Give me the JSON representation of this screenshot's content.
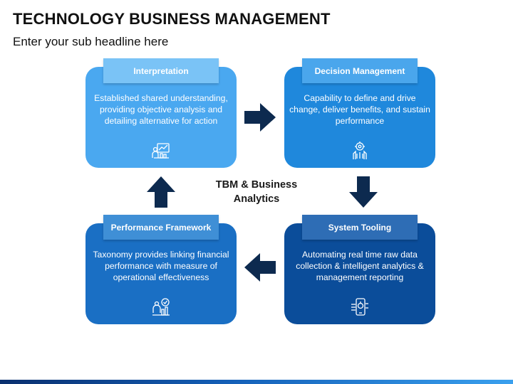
{
  "header": {
    "title": "TECHNOLOGY BUSINESS MANAGEMENT",
    "subtitle": "Enter your sub headline here"
  },
  "center_label": "TBM & Business Analytics",
  "cards": [
    {
      "title": "Interpretation",
      "text": "Established shared understanding, providing objective analysis and detailing alternative for action",
      "icon": "analysis-icon"
    },
    {
      "title": "Decision Management",
      "text": "Capability to define and drive change, deliver benefits, and sustain performance",
      "icon": "decision-icon"
    },
    {
      "title": "Performance Framework",
      "text": "Taxonomy provides linking financial performance with measure of operational effectiveness",
      "icon": "performance-icon"
    },
    {
      "title": "System Tooling",
      "text": "Automating real time raw data collection & intelligent analytics & management reporting",
      "icon": "mobile-tooling-icon"
    }
  ],
  "colors": {
    "arrow": "#0d2a4f",
    "card_interpretation": "#4aa8f0",
    "card_decision": "#1f88dc",
    "card_performance": "#1a6fc4",
    "card_tooling": "#0b4d9a"
  }
}
